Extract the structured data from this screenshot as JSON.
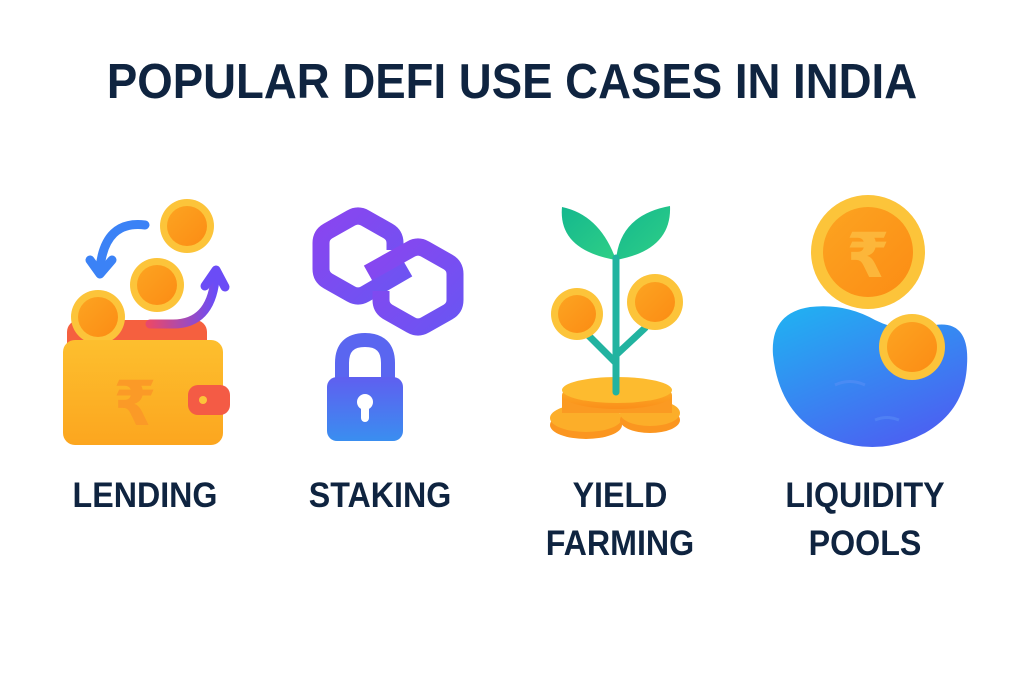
{
  "title": "POPULAR DEFI USE CASES IN INDIA",
  "colors": {
    "title_text": "#0f2440",
    "coin_outer": "#fcc43a",
    "coin_inner": "#fb9b1c",
    "wallet": "#fdb92c",
    "wallet_clasp": "#f45b45",
    "arrow_blue": "#3b82f6",
    "arrow_purple": "#7c4dff",
    "polygon_purple": "#8047f0",
    "lock_blue": "#4a7cf0",
    "leaf_green": "#1fbf8f",
    "stem_teal": "#22b3a0",
    "pool_blue": "#3c82f6"
  },
  "use_cases": [
    {
      "id": "lending",
      "icon": "wallet-rupee-coins-icon",
      "label_lines": [
        "LENDING"
      ]
    },
    {
      "id": "staking",
      "icon": "polygon-lock-icon",
      "label_lines": [
        "STAKING"
      ]
    },
    {
      "id": "yield-farming",
      "icon": "plant-coins-icon",
      "label_lines": [
        "YIELD",
        "FARMING"
      ]
    },
    {
      "id": "liquidity-pools",
      "icon": "rupee-coin-pool-icon",
      "label_lines": [
        "LIQUIDITY",
        "POOLS"
      ]
    }
  ]
}
